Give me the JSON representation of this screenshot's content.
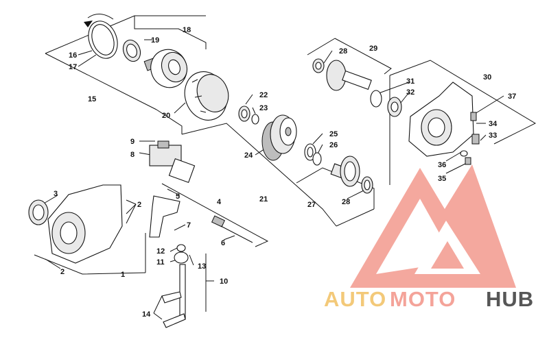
{
  "diagram": {
    "callouts": {
      "c1": "1",
      "c2a": "2",
      "c2b": "2",
      "c3": "3",
      "c4": "4",
      "c5": "5",
      "c6": "6",
      "c7": "7",
      "c8": "8",
      "c9": "9",
      "c10": "10",
      "c11": "11",
      "c12": "12",
      "c13": "13",
      "c14": "14",
      "c15": "15",
      "c16": "16",
      "c17": "17",
      "c18": "18",
      "c19": "19",
      "c20": "20",
      "c21": "21",
      "c22": "22",
      "c23": "23",
      "c24": "24",
      "c25": "25",
      "c26": "26",
      "c27": "27",
      "c28a": "28",
      "c28b": "28",
      "c29": "29",
      "c30": "30",
      "c31": "31",
      "c32": "32",
      "c33": "33",
      "c34": "34",
      "c35": "35",
      "c36": "36",
      "c37": "37"
    }
  },
  "watermark": {
    "part_auto": "AUTO",
    "part_moto": "MOTO",
    "part_hub": "HUB",
    "colors": {
      "accent": "#f39a8e",
      "gold": "#f2c46b",
      "dark": "#444444",
      "ink": "#111111"
    }
  }
}
